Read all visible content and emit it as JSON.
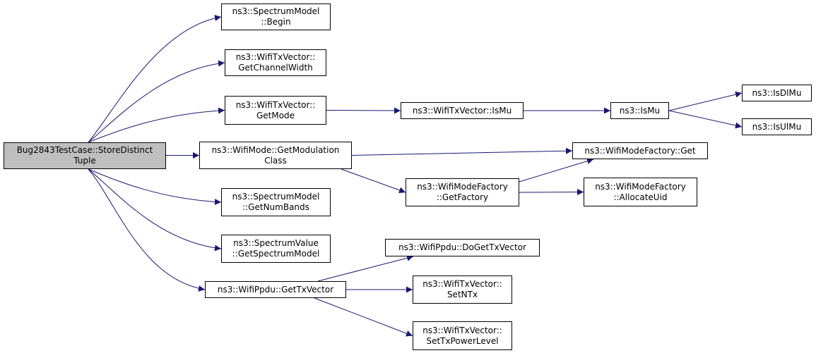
{
  "colors": {
    "edge": "#191970",
    "root_fill": "#bfbfbf",
    "node_fill": "#ffffff",
    "node_border": "#000000"
  },
  "nodes": {
    "root": [
      "Bug2843TestCase::StoreDistinct",
      "Tuple"
    ],
    "spectrum_begin": [
      "ns3::SpectrumModel",
      "::Begin"
    ],
    "get_channel_width": [
      "ns3::WifiTxVector::",
      "GetChannelWidth"
    ],
    "get_mode": [
      "ns3::WifiTxVector::",
      "GetMode"
    ],
    "get_modulation_class": [
      "ns3::WifiMode::GetModulation",
      "Class"
    ],
    "get_num_bands": [
      "ns3::SpectrumModel",
      "::GetNumBands"
    ],
    "get_spectrum_model": [
      "ns3::SpectrumValue",
      "::GetSpectrumModel"
    ],
    "get_tx_vector": [
      "ns3::WifiPpdu::GetTxVector"
    ],
    "txvector_is_mu": [
      "ns3::WifiTxVector::IsMu"
    ],
    "is_mu": [
      "ns3::IsMu"
    ],
    "is_dl_mu": [
      "ns3::IsDlMu"
    ],
    "is_ul_mu": [
      "ns3::IsUlMu"
    ],
    "factory_get": [
      "ns3::WifiModeFactory::Get"
    ],
    "get_factory": [
      "ns3::WifiModeFactory",
      "::GetFactory"
    ],
    "allocate_uid": [
      "ns3::WifiModeFactory",
      "::AllocateUid"
    ],
    "do_get_tx_vector": [
      "ns3::WifiPpdu::DoGetTxVector"
    ],
    "set_ntx": [
      "ns3::WifiTxVector::",
      "SetNTx"
    ],
    "set_tx_power_level": [
      "ns3::WifiTxVector::",
      "SetTxPowerLevel"
    ]
  },
  "edges": [
    [
      "root",
      "spectrum_begin"
    ],
    [
      "root",
      "get_channel_width"
    ],
    [
      "root",
      "get_mode"
    ],
    [
      "root",
      "get_modulation_class"
    ],
    [
      "root",
      "get_num_bands"
    ],
    [
      "root",
      "get_spectrum_model"
    ],
    [
      "root",
      "get_tx_vector"
    ],
    [
      "get_mode",
      "txvector_is_mu"
    ],
    [
      "txvector_is_mu",
      "is_mu"
    ],
    [
      "is_mu",
      "is_dl_mu"
    ],
    [
      "is_mu",
      "is_ul_mu"
    ],
    [
      "get_modulation_class",
      "factory_get"
    ],
    [
      "get_modulation_class",
      "get_factory"
    ],
    [
      "get_factory",
      "factory_get"
    ],
    [
      "get_factory",
      "allocate_uid"
    ],
    [
      "get_tx_vector",
      "do_get_tx_vector"
    ],
    [
      "get_tx_vector",
      "set_ntx"
    ],
    [
      "get_tx_vector",
      "set_tx_power_level"
    ]
  ]
}
